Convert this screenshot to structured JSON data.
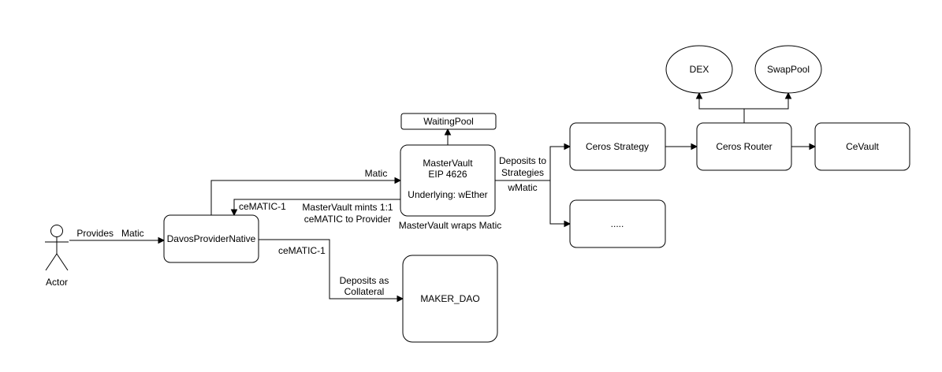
{
  "colors": {
    "stroke": "#000000",
    "fill": "#ffffff",
    "text": "#000000"
  },
  "nodes": {
    "actor": "Actor",
    "provider": "DavosProviderNative",
    "master_vault": [
      "MasterVault",
      "EIP 4626"
    ],
    "underlying": "Underlying: wEther",
    "waiting_pool": "WaitingPool",
    "ceros_strategy": "Ceros Strategy",
    "other_strategy": ".....",
    "ceros_router": "Ceros Router",
    "ce_vault": "CeVault",
    "dex": "DEX",
    "swap_pool": "SwapPool",
    "maker_dao": "MAKER_DAO"
  },
  "edges": {
    "provides": "Provides   Matic",
    "matic": "Matic",
    "cematic_back": "ceMATIC-1",
    "mints": [
      "MasterVault mints 1:1",
      "ceMATIC to Provider"
    ],
    "wraps": "MasterVault wraps Matic",
    "deposits_strategies": [
      "Deposits to",
      "Strategies"
    ],
    "wmatic": "wMatic",
    "cematic_down": "ceMATIC-1",
    "deposits_collateral": [
      "Deposits as",
      "Collateral"
    ]
  }
}
